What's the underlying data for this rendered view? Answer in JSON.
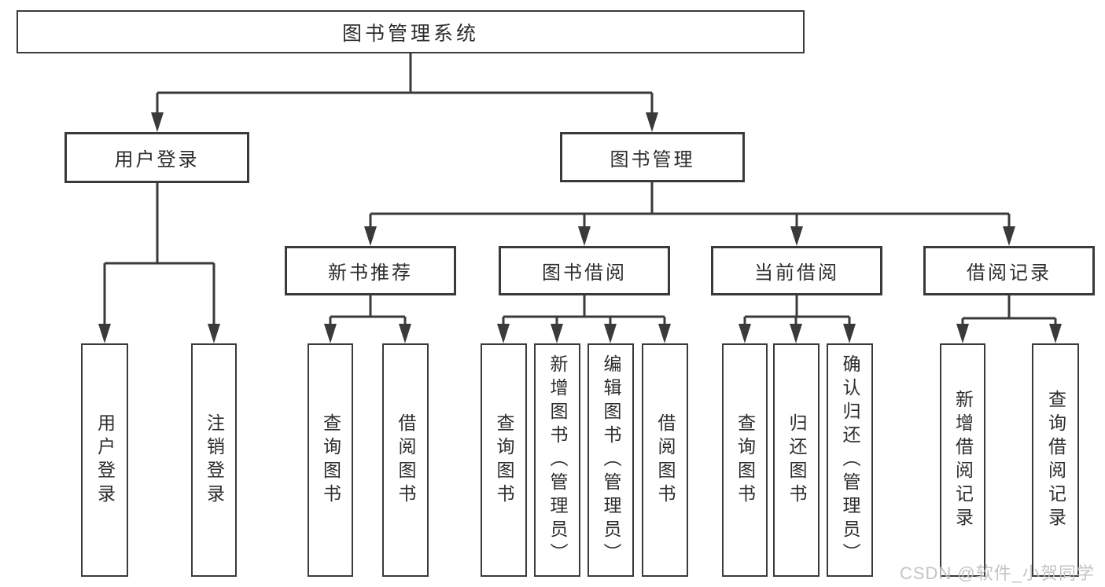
{
  "tree": {
    "root": "图书管理系统",
    "branches": [
      {
        "label": "用户登录",
        "children": [
          "用户登录",
          "注销登录"
        ]
      },
      {
        "label": "图书管理",
        "children": [
          {
            "label": "新书推荐",
            "children": [
              "查询图书",
              "借阅图书"
            ]
          },
          {
            "label": "图书借阅",
            "children": [
              "查询图书",
              "新增图书（管理员）",
              "编辑图书（管理员）",
              "借阅图书"
            ]
          },
          {
            "label": "当前借阅",
            "children": [
              "查询图书",
              "归还图书",
              "确认归还（管理员）"
            ]
          },
          {
            "label": "借阅记录",
            "children": [
              "新增借阅记录",
              "查询借阅记录"
            ]
          }
        ]
      }
    ]
  },
  "watermark": "CSDN @软件_小贺同学",
  "colors": {
    "line": "#3a3a3a",
    "box_border": "#3a3a3a",
    "text": "#2d2d2d",
    "watermark": "#c1c1c1",
    "background": "#ffffff"
  }
}
